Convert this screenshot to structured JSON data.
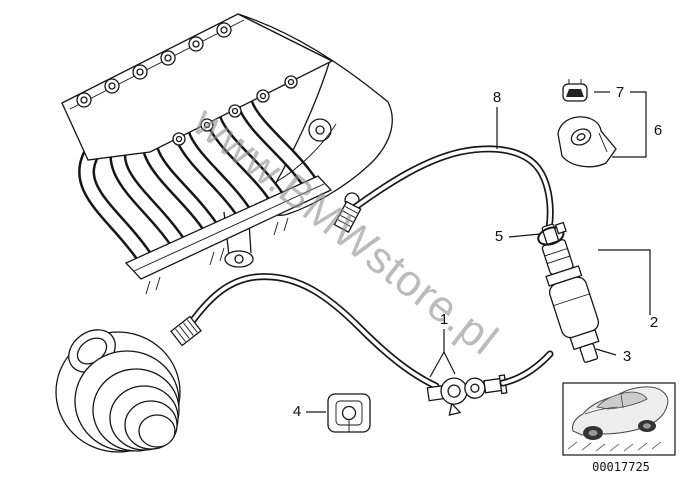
{
  "colors": {
    "ink": "#161616",
    "background": "#ffffff",
    "watermark": "#8f8f8f"
  },
  "watermark": {
    "text": "www.BMWstore.pl"
  },
  "callouts": [
    {
      "label": "1"
    },
    {
      "label": "2"
    },
    {
      "label": "3"
    },
    {
      "label": "4"
    },
    {
      "label": "5"
    },
    {
      "label": "6"
    },
    {
      "label": "7"
    },
    {
      "label": "8"
    }
  ],
  "thumbnail": {
    "part_number": "00017725"
  }
}
